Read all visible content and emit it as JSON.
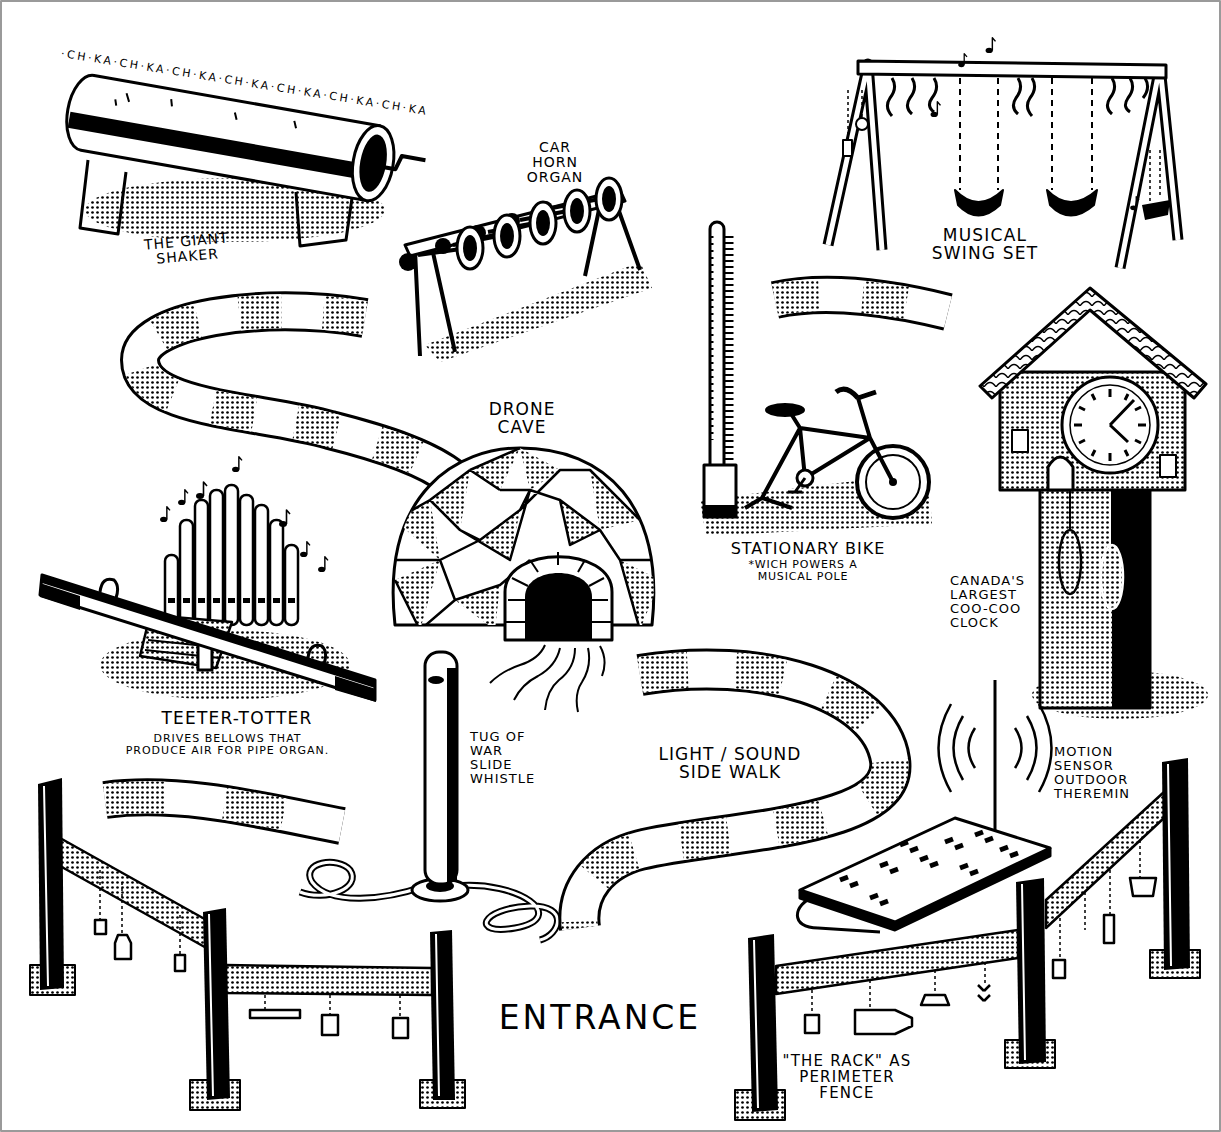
{
  "diagram": {
    "labels": [
      "·CH·KA·CH·KA·CH·KA·CH·KA·CH·KA·CH·KA·CH·KA",
      "THE GIANT SHAKER",
      "CAR HORN ORGAN",
      "MUSICAL SWING SET",
      "DRONE CAVE",
      "STATIONARY BIKE",
      "*WICH POWERS A MUSICAL POLE",
      "CANADA'S LARGEST COO-COO CLOCK",
      "TEETER-TOTTER",
      "DRIVES BELLOWS THAT PRODUCE AIR FOR PIPE ORGAN.",
      "TUG OF WAR SLIDE WHISTLE",
      "LIGHT / SOUND SIDE WALK",
      "MOTION SENSOR OUTDOOR THEREMIN",
      "ENTRANCE",
      "\"THE RACK\" AS PERIMETER FENCE"
    ]
  }
}
